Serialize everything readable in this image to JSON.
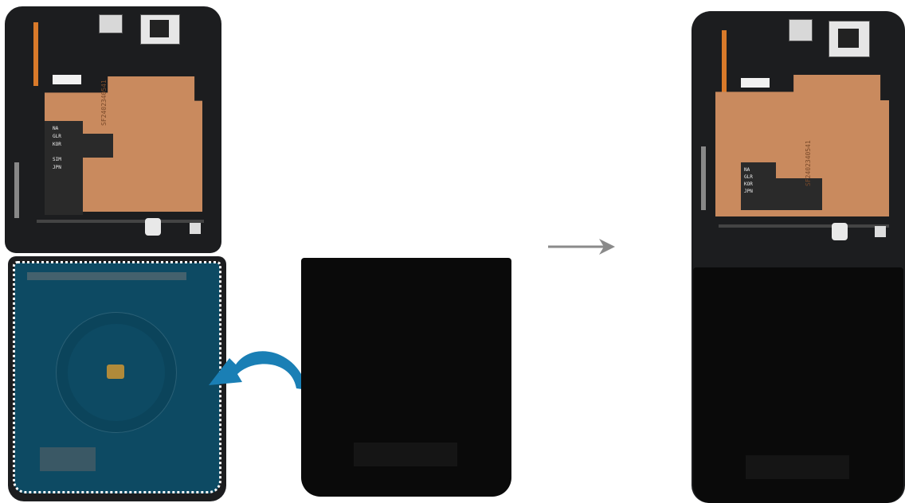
{
  "left_phone": {
    "region_labels": [
      "NA",
      "GLR",
      "KOR",
      "SIM",
      "JPN"
    ],
    "board_code": "SF2402340541"
  },
  "right_phone": {
    "region_labels": [
      "NA",
      "GLR",
      "KOR",
      "JPN"
    ],
    "board_code": "SF2402340541"
  },
  "arrows": {
    "curved": "install-cover-arrow",
    "straight": "result-arrow"
  },
  "colors": {
    "frame": "#1c1d1f",
    "board_copper": "#c98a5e",
    "wireless_panel": "#0d4a63",
    "arrow_blue": "#1a7fb5",
    "arrow_grey": "#8a8a8a",
    "highlight_dotted": "#ffffff"
  }
}
